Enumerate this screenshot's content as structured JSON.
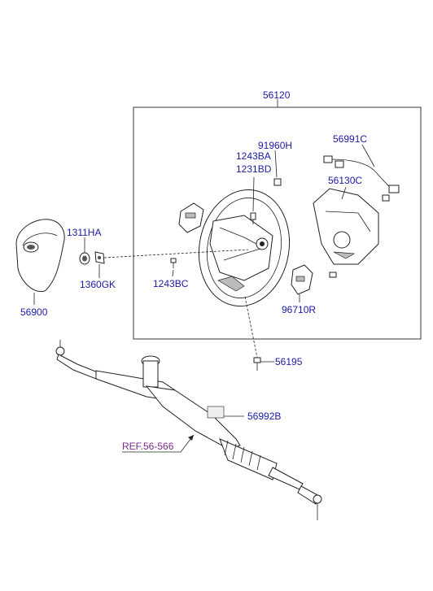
{
  "labels": {
    "assembly": "56120",
    "wire_top": "91960H",
    "bolt_a": "1243BA",
    "bolt_b": "1231BD",
    "cable": "56991C",
    "cover": "56130C",
    "nut": "1311HA",
    "washer": "1360GK",
    "screw": "1243BC",
    "switch_r": "96710R",
    "airbag": "56900",
    "bolt_col": "56195",
    "label_plate": "56992B",
    "ref": "REF.56-566"
  }
}
